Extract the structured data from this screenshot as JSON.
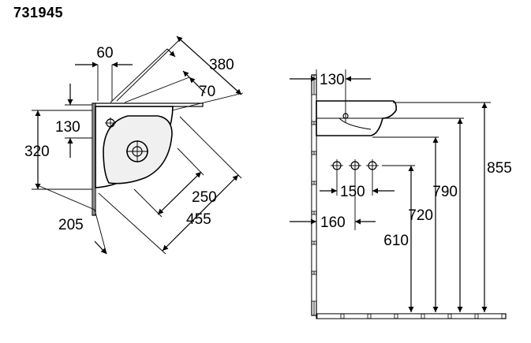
{
  "product_code": "731945",
  "plan_view": {
    "dim_60": "60",
    "dim_380": "380",
    "dim_70": "70",
    "dim_130": "130",
    "dim_320": "320",
    "dim_250": "250",
    "dim_455": "455",
    "dim_205": "205"
  },
  "side_view": {
    "dim_130": "130",
    "dim_150": "150",
    "dim_160": "160",
    "dim_610": "610",
    "dim_720": "720",
    "dim_790": "790",
    "dim_855": "855"
  }
}
